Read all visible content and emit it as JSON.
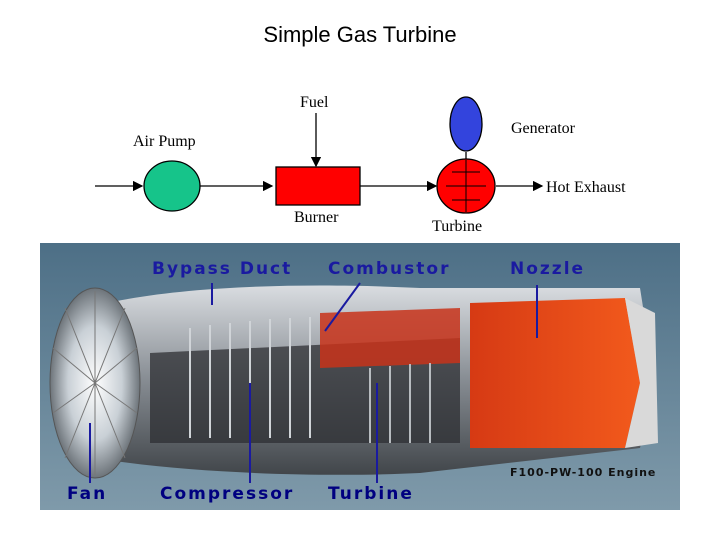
{
  "title": "Simple Gas Turbine",
  "schematic": {
    "fuel": "Fuel",
    "generator": "Generator",
    "air_pump": "Air Pump",
    "hot_exhaust": "Hot Exhaust",
    "burner": "Burner",
    "turbine": "Turbine",
    "colors": {
      "air_pump": "#16c48a",
      "burner": "#ff0000",
      "turbine": "#ff0000",
      "generator": "#3344dd"
    }
  },
  "engine_photo": {
    "labels": {
      "bypass_duct": "Bypass Duct",
      "combustor": "Combustor",
      "nozzle": "Nozzle",
      "fan": "Fan",
      "compressor": "Compressor",
      "turbine": "Turbine"
    },
    "caption": "F100-PW-100 Engine",
    "colors": {
      "top_labels": "#1a1aa0",
      "bottom_labels": "#000080",
      "background": "#5f7f93"
    }
  }
}
